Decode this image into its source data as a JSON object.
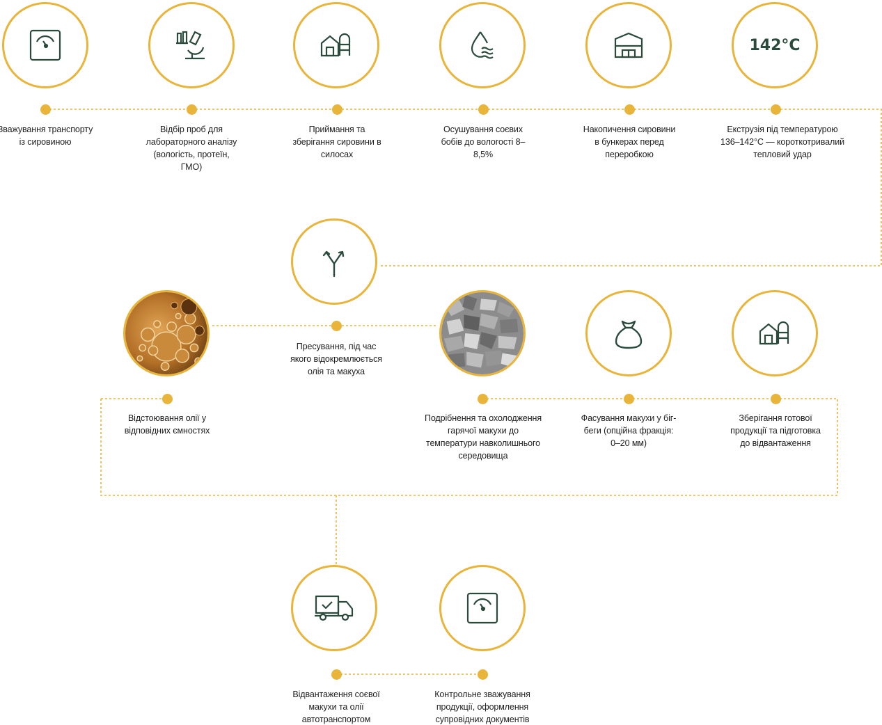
{
  "colors": {
    "accent": "#e8b43a",
    "icon": "#2a4a3c",
    "text": "#1e1e1e"
  },
  "steps": [
    {
      "icon": "scale-icon",
      "label": "Зважування транспорту із сировиною"
    },
    {
      "icon": "microscope-icon",
      "label": "Відбір проб для лабораторного аналізу (вологість, протеїн, ГМО)"
    },
    {
      "icon": "silo-icon",
      "label": "Приймання та зберігання сировини в силосах"
    },
    {
      "icon": "drying-icon",
      "label": "Осушування соєвих бобів до вологості 8–8,5%"
    },
    {
      "icon": "hangar-icon",
      "label": "Накопичення сировини в бункерах перед переробкою"
    },
    {
      "icon_text": "142°С",
      "label": "Екструзія під температурою 136–142°С — короткотривалий тепловий удар"
    },
    {
      "icon": "split-arrow-icon",
      "label": "Пресування, під час якого відокремлюється олія та макуха"
    },
    {
      "icon": "oil-photo",
      "label": "Відстоювання олії у відповідних ємностях"
    },
    {
      "icon": "cake-photo",
      "label": "Подрібнення та охолодження гарячої макухи до температури навколишнього середовища"
    },
    {
      "icon": "bag-icon",
      "label": "Фасування макухи у біг-беги (опційна фракція: 0–20 мм)"
    },
    {
      "icon": "silo-icon",
      "label": "Зберігання готової продукції та підготовка до відвантаження"
    },
    {
      "icon": "truck-icon",
      "label": "Відвантаження соєвої макухи та олії автотранспортом"
    },
    {
      "icon": "scale-icon",
      "label": "Контрольне зважування продукції, оформлення супровідних документів"
    }
  ]
}
